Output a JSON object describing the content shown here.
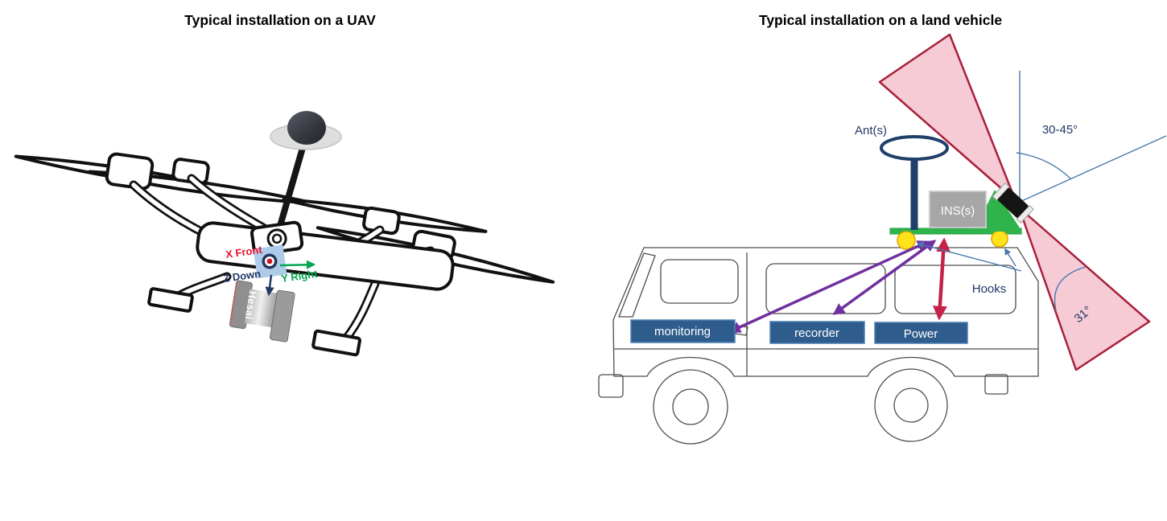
{
  "left": {
    "title": "Typical installation on a UAV",
    "axis": {
      "x": "X Front",
      "y": "Y Right",
      "z": "Z Down"
    },
    "lidar_brand": "Hesai"
  },
  "right": {
    "title": "Typical installation on a land vehicle",
    "antenna_label": "Ant(s)",
    "ins_label": "INS(s)",
    "hooks_label": "Hooks",
    "boxes": {
      "monitoring": "monitoring",
      "recorder": "recorder",
      "power": "Power"
    },
    "angles": {
      "sensor_tilt": "30-45°",
      "fov": "31°"
    }
  },
  "colors": {
    "navy": "#1f3864",
    "box_blue_fill": "#2e5c8c",
    "box_blue_border": "#4e81b4",
    "ins_gray": "#a6a6a6",
    "green_mount": "#2fb44b",
    "yellow_hook": "#ffe21c",
    "pink_fov_fill": "#f6cbd5",
    "pink_fov_border": "#a8203a",
    "purple_arrow": "#7030a0",
    "red_arrow": "#c42247",
    "thin_blue": "#4878ad",
    "axis_x_red": "#e8112d",
    "axis_y_green": "#00a651",
    "axis_z_navy": "#1f3864",
    "axis_pad_blue": "#aecbe9"
  }
}
